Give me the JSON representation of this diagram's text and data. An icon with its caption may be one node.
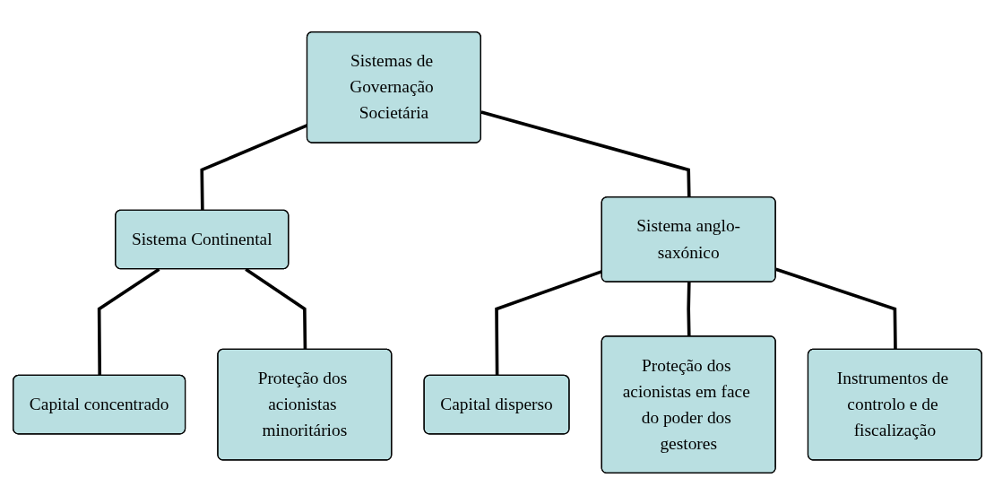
{
  "diagram": {
    "nodes": [
      {
        "text": [
          "Sistemas de Governação Societária"
        ]
      },
      {
        "text": [
          "Sistema Continental"
        ]
      },
      {
        "text": [
          "Sistema anglo-saxónico"
        ]
      },
      {
        "text": [
          "Capital concentrado"
        ]
      },
      {
        "text": [
          "Proteção dos acionistas minoritários"
        ]
      },
      {
        "text": [
          "Capital disperso"
        ]
      },
      {
        "text": [
          "Proteção dos acionistas em face do poder dos gestores"
        ]
      },
      {
        "text": [
          "Instrumentos de controlo e de fiscalização"
        ]
      }
    ],
    "edges": [
      {
        "from": 0,
        "to": 1,
        "arrow": "none"
      },
      {
        "from": 0,
        "to": 2,
        "arrow": "none"
      },
      {
        "from": 1,
        "to": 3,
        "arrow": "none"
      },
      {
        "from": 1,
        "to": 4,
        "arrow": "none"
      },
      {
        "from": 2,
        "to": 5,
        "arrow": "none"
      },
      {
        "from": 2,
        "to": 6,
        "arrow": "none"
      },
      {
        "from": 2,
        "to": 7,
        "arrow": "none"
      }
    ]
  }
}
